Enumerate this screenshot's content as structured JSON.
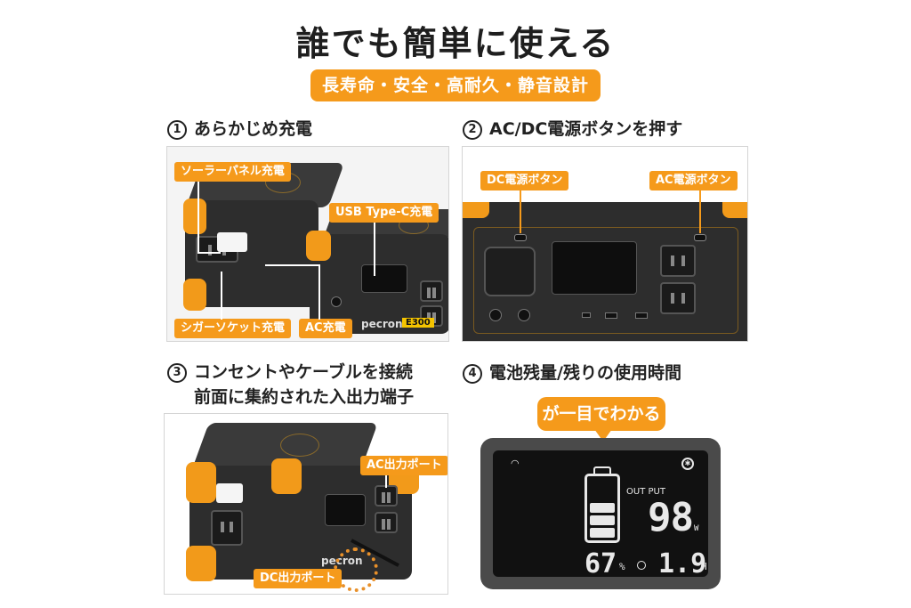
{
  "title": "誰でも簡単に使える",
  "subtitle": "長寿命・安全・高耐久・静音設計",
  "sections": [
    {
      "num": "①",
      "heading": "あらかじめ充電"
    },
    {
      "num": "②",
      "heading": "AC/DC電源ボタンを押す"
    },
    {
      "num": "③",
      "heading_line1": "コンセントやケーブルを接続",
      "heading_line2": "前面に集約された入出力端子"
    },
    {
      "num": "④",
      "heading": "電池残量/残りの使用時間"
    }
  ],
  "panel1": {
    "callouts": [
      "ソーラーパネル充電",
      "USB Type-C充電",
      "シガーソケット充電",
      "AC充電"
    ],
    "brand": "pecron",
    "model": "E300"
  },
  "panel2": {
    "callouts": [
      "DC電源ボタン",
      "AC電源ボタン"
    ]
  },
  "panel3": {
    "callouts": [
      "AC出力ポート",
      "DC出力ポート"
    ]
  },
  "panel4": {
    "badge": "が一目でわかる",
    "display": {
      "output_label": "OUT PUT",
      "output_value": "98",
      "output_unit": "W",
      "battery_percent": "67",
      "percent_unit": "%",
      "remaining_hours": "1.9",
      "hours_unit": "H"
    }
  },
  "colors": {
    "accent": "#f59a1b",
    "device_body": "#2d2d2d",
    "screen": "#111111"
  }
}
